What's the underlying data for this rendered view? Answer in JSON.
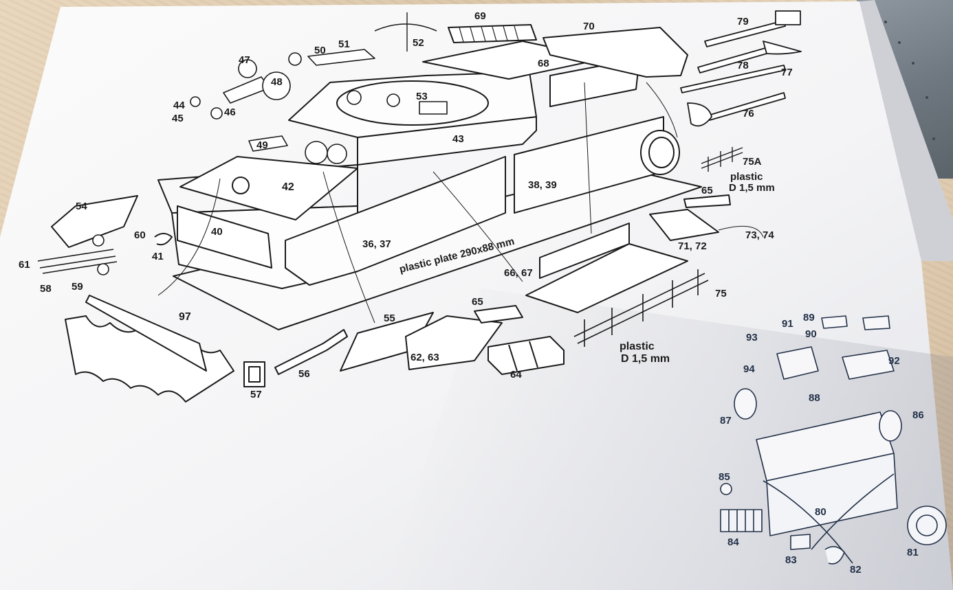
{
  "labels": {
    "p36_37": "36, 37",
    "p38_39": "38, 39",
    "p40": "40",
    "p41": "41",
    "p42": "42",
    "p43": "43",
    "p44": "44",
    "p45": "45",
    "p46": "46",
    "p47": "47",
    "p48": "48",
    "p49": "49",
    "p50": "50",
    "p51": "51",
    "p52": "52",
    "p53": "53",
    "p54": "54",
    "p55": "55",
    "p56": "56",
    "p57": "57",
    "p58": "58",
    "p59": "59",
    "p60": "60",
    "p61": "61",
    "p62_63": "62, 63",
    "p64": "64",
    "p65a": "65",
    "p65b": "65",
    "p66_67": "66, 67",
    "p68": "68",
    "p69": "69",
    "p70": "70",
    "p71_72": "71, 72",
    "p73_74": "73, 74",
    "p75": "75",
    "p75a": "75A",
    "p76": "76",
    "p77": "77",
    "p78": "78",
    "p79": "79",
    "p80": "80",
    "p81": "81",
    "p82": "82",
    "p83": "83",
    "p84": "84",
    "p85": "85",
    "p86": "86",
    "p87": "87",
    "p88": "88",
    "p89": "89",
    "p90": "90",
    "p91": "91",
    "p92": "92",
    "p93": "93",
    "p94": "94",
    "p97": "97",
    "plastic_plate": "plastic plate 290x88 mm",
    "plastic_a_1": "plastic",
    "plastic_a_2": "D 1,5 mm",
    "plastic_b_1": "plastic",
    "plastic_b_2": "D 1,5 mm"
  }
}
